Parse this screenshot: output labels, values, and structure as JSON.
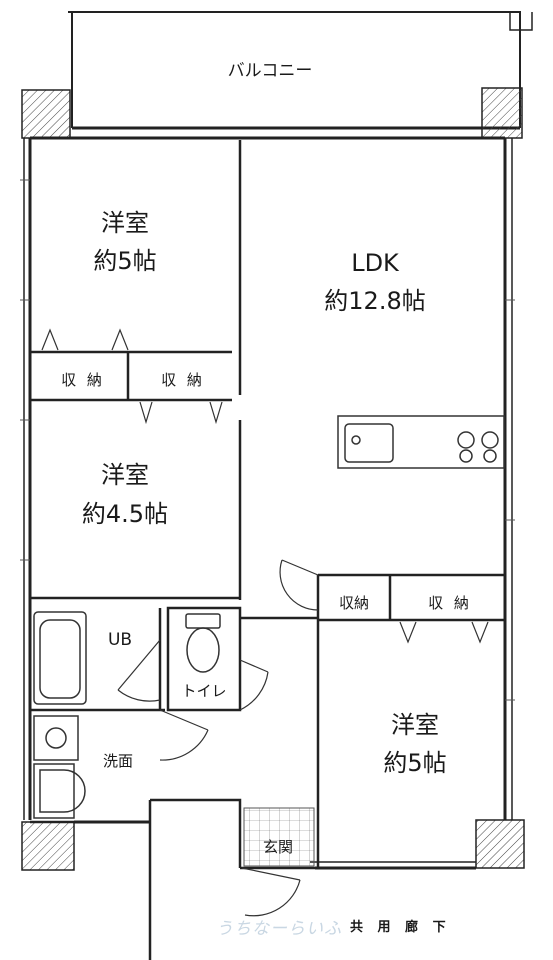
{
  "rooms": {
    "balcony": "バルコニー",
    "western_room_north": {
      "name": "洋室",
      "size": "約5帖"
    },
    "ldk": {
      "name": "LDK",
      "size": "約12.8帖"
    },
    "storage_1": "収 納",
    "storage_2": "収 納",
    "western_room_middle": {
      "name": "洋室",
      "size": "約4.5帖"
    },
    "storage_3": "収納",
    "storage_4": "収 納",
    "unit_bath": "UB",
    "toilet": "トイレ",
    "washroom": "洗面",
    "western_room_south": {
      "name": "洋室",
      "size": "約5帖"
    },
    "entrance": "玄関"
  },
  "footer": {
    "watermark": "うちなーらいふ",
    "corridor": "共 用 廊 下"
  }
}
